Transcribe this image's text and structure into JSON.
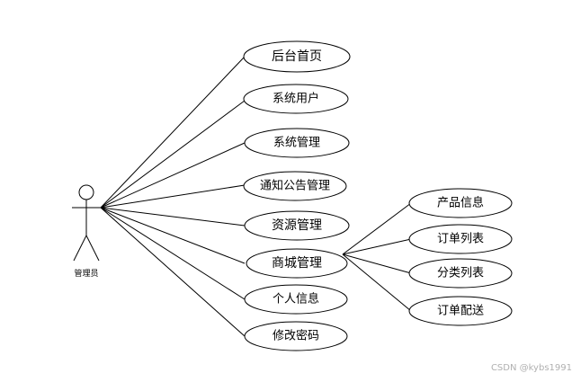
{
  "actor": {
    "label": "管理员"
  },
  "use_cases": [
    {
      "id": "uc1",
      "label": "后台首页"
    },
    {
      "id": "uc2",
      "label": "系统用户"
    },
    {
      "id": "uc3",
      "label": "系统管理"
    },
    {
      "id": "uc4",
      "label": "通知公告管理"
    },
    {
      "id": "uc5",
      "label": "资源管理"
    },
    {
      "id": "uc6",
      "label": "商城管理"
    },
    {
      "id": "uc7",
      "label": "个人信息"
    },
    {
      "id": "uc8",
      "label": "修改密码"
    }
  ],
  "sub_use_cases": [
    {
      "id": "sub1",
      "label": "产品信息"
    },
    {
      "id": "sub2",
      "label": "订单列表"
    },
    {
      "id": "sub3",
      "label": "分类列表"
    },
    {
      "id": "sub4",
      "label": "订单配送"
    }
  ],
  "watermark": "CSDN @kybs1991",
  "colors": {
    "stroke": "#000000",
    "background": "#ffffff",
    "watermark": "#b0b0b0"
  }
}
